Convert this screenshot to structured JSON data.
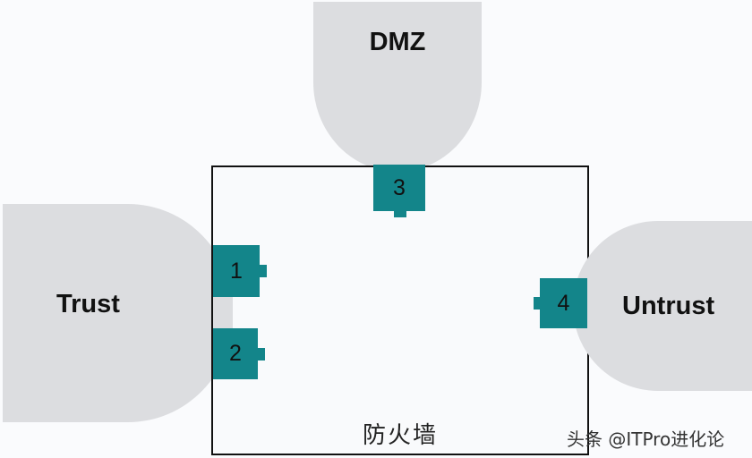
{
  "zones": {
    "dmz": "DMZ",
    "trust": "Trust",
    "untrust": "Untrust"
  },
  "firewall": {
    "label": "防火墙"
  },
  "ports": [
    "1",
    "2",
    "3",
    "4"
  ],
  "watermark": "头条 @ITPro进化论",
  "colors": {
    "zone_fill": "#dcdde0",
    "port_fill": "#13858a",
    "border": "#111111",
    "background": "#fafbfd"
  }
}
